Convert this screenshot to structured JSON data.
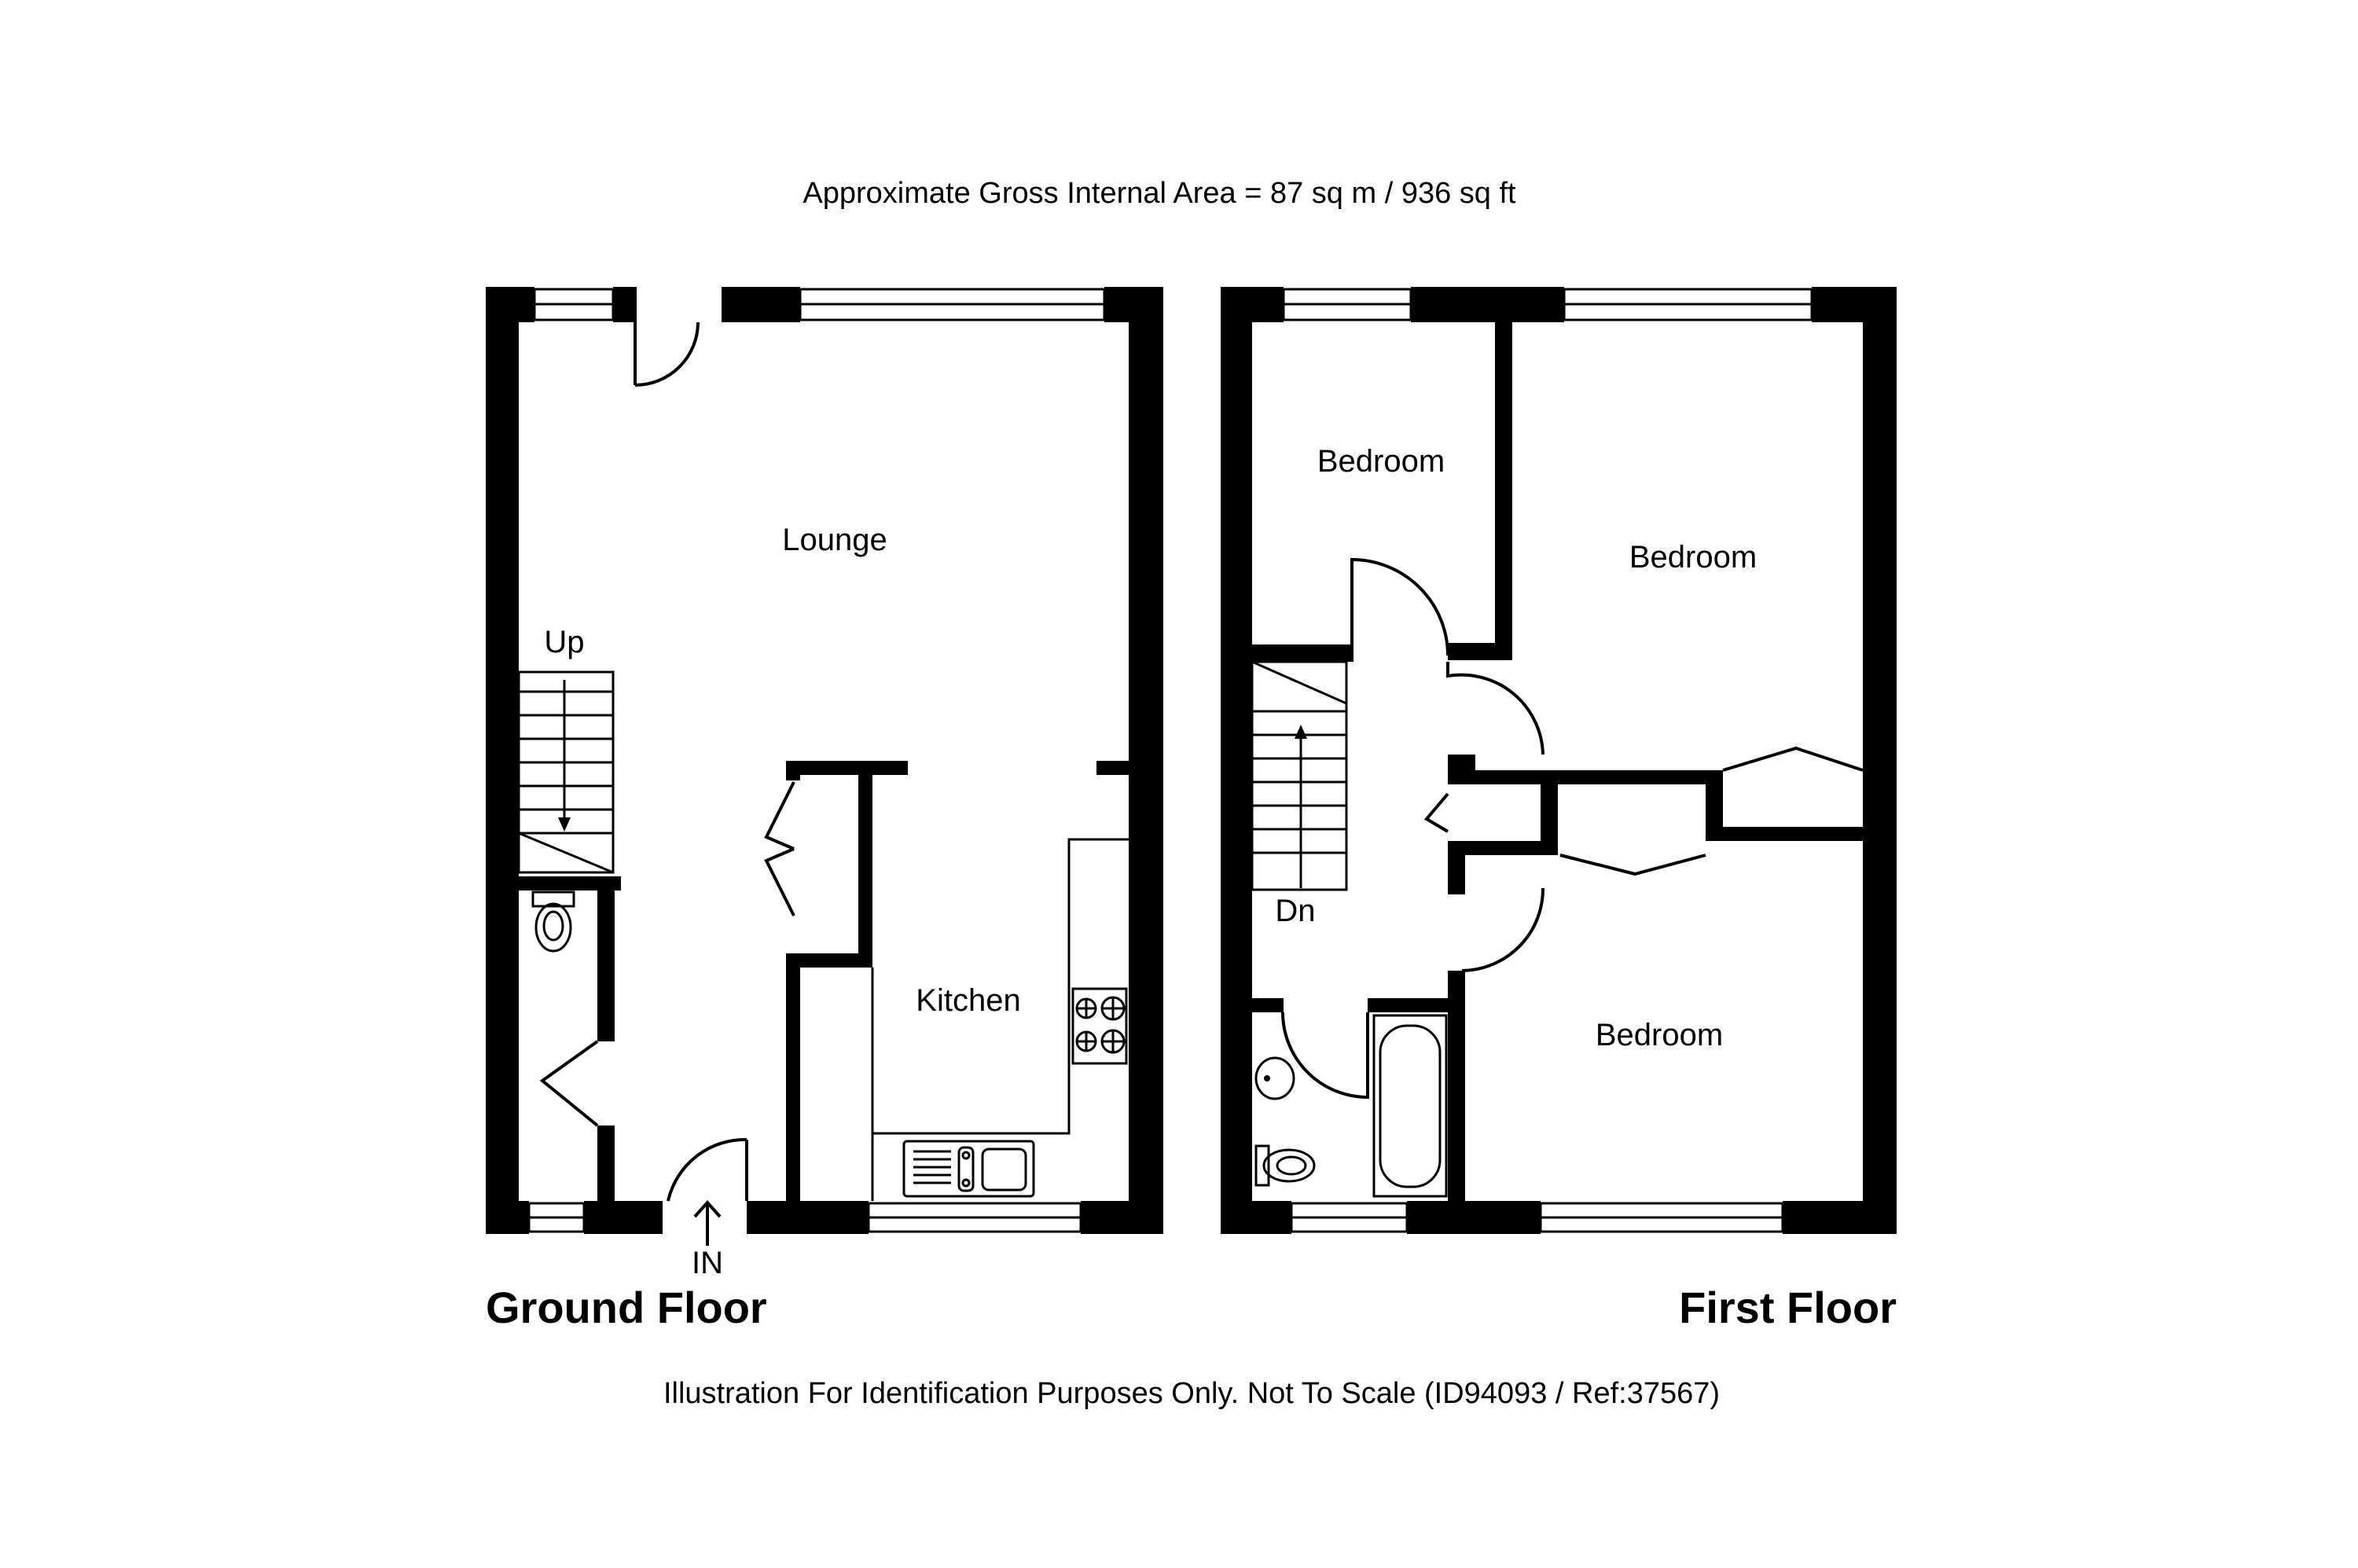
{
  "header": {
    "area_text": "Approximate Gross Internal Area = 87 sq m / 936 sq ft"
  },
  "ground_floor": {
    "title": "Ground Floor",
    "rooms": {
      "lounge": "Lounge",
      "kitchen": "Kitchen"
    },
    "stairs_label": "Up",
    "entrance_label": "IN"
  },
  "first_floor": {
    "title": "First Floor",
    "rooms": {
      "bedroom_1": "Bedroom",
      "bedroom_2": "Bedroom",
      "bedroom_3": "Bedroom"
    },
    "stairs_label": "Dn"
  },
  "footer": {
    "disclaimer": "Illustration For Identification Purposes Only. Not To Scale (ID94093 / Ref:37567)"
  }
}
